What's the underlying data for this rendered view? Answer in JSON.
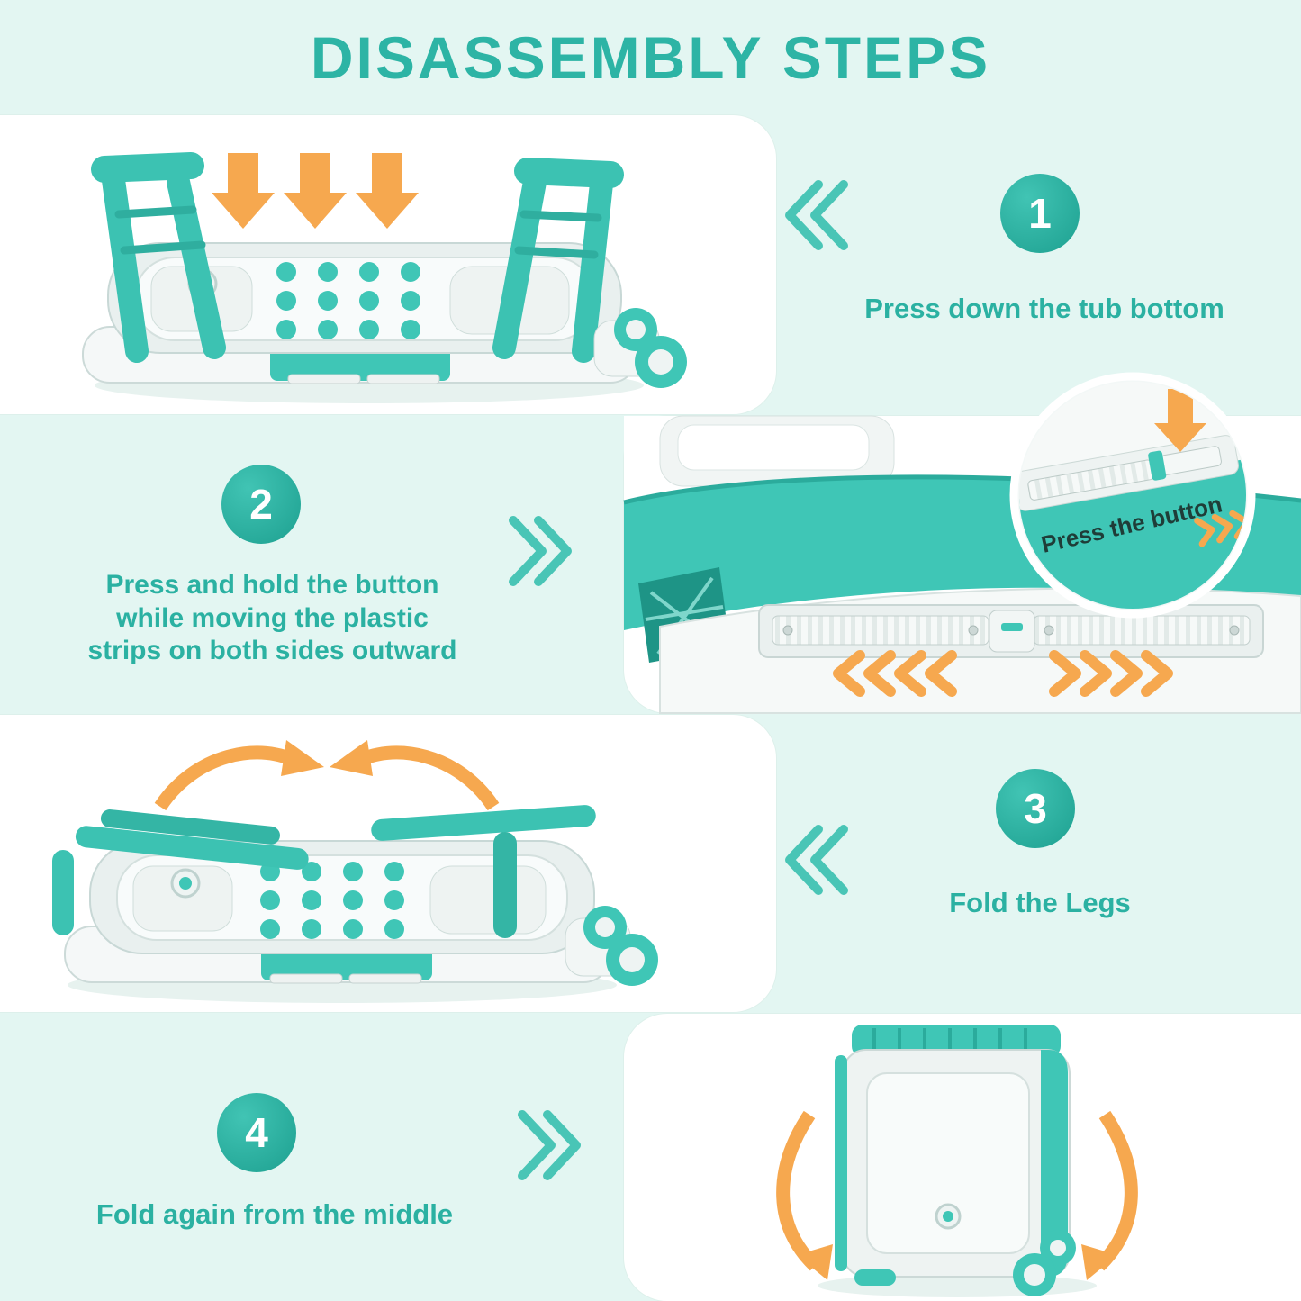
{
  "title": "DISASSEMBLY STEPS",
  "steps": [
    {
      "number": "1",
      "text": "Press down the tub bottom"
    },
    {
      "number": "2",
      "text": "Press and hold the button\nwhile moving the plastic\nstrips on both sides outward"
    },
    {
      "number": "3",
      "text": "Fold the Legs"
    },
    {
      "number": "4",
      "text": "Fold again from the middle"
    }
  ],
  "callout_label": "Press the button",
  "icons": {
    "guide_left": "double-chevron-left",
    "guide_right": "double-chevron-right",
    "press_arrow": "arrow-down",
    "fold_arrow": "curved-arrow"
  },
  "colors": {
    "background": "#e3f6f2",
    "panel": "#ffffff",
    "accent_teal": "#2db4a5",
    "product_teal": "#3fc6b6",
    "arrow_orange": "#f6a84f"
  }
}
